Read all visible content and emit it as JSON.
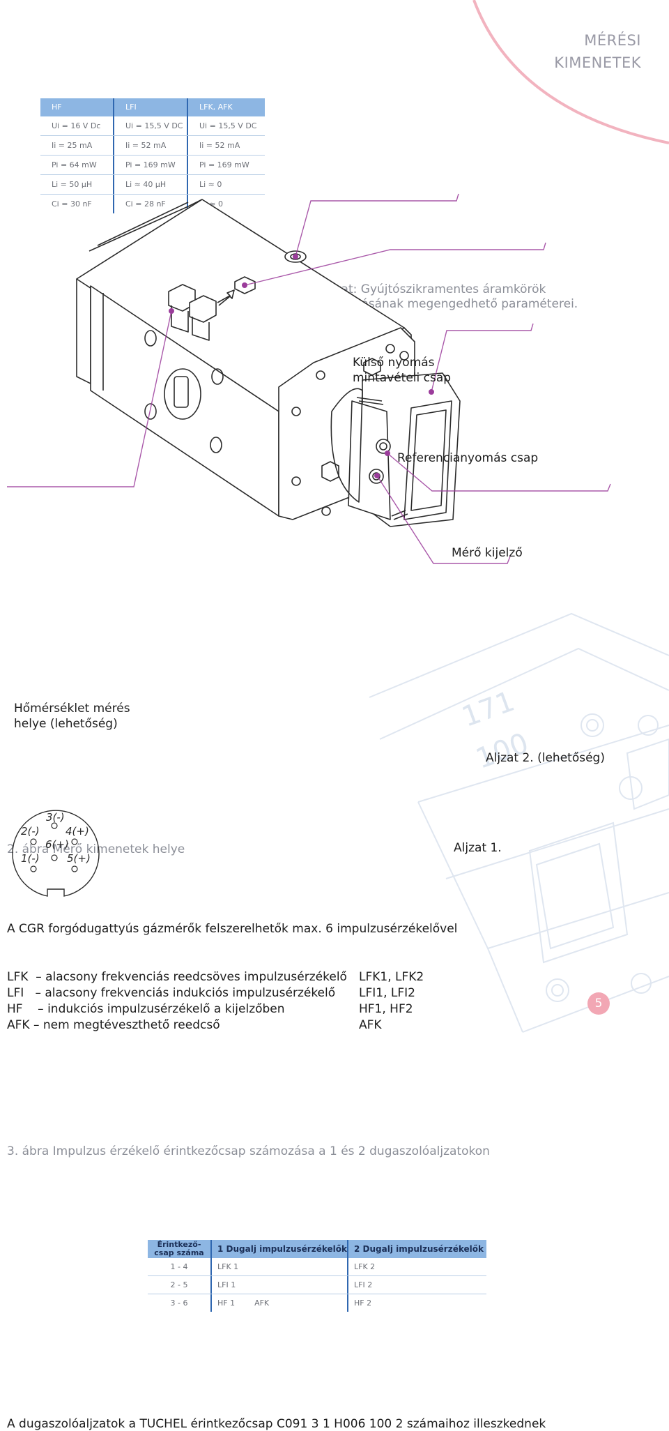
{
  "header": {
    "title_line1": "MÉRÉSI",
    "title_line2": "KIMENETEK"
  },
  "table3": {
    "headers": [
      "HF",
      "LFI",
      "LFK, AFK"
    ],
    "rows": [
      [
        "Ui = 16 V Dc",
        "Ui = 15,5 V DC",
        "Ui = 15,5 V DC"
      ],
      [
        "Ii = 25 mA",
        "Ii = 52 mA",
        "Ii = 52 mA"
      ],
      [
        "Pi = 64 mW",
        "Pi = 169 mW",
        "Pi = 169 mW"
      ],
      [
        "Li = 50 μH",
        "Li ≈ 40 μH",
        "Li ≈ 0"
      ],
      [
        "Ci = 30 nF",
        "Ci = 28 nF",
        "Ci ≈ 0"
      ]
    ],
    "caption": "3. táblázat: Gyújtószikramentes áramkörök tápáramforrásának megengedhető paraméterei."
  },
  "figure2": {
    "callouts": {
      "kulso_line1": "Külső nyomás",
      "kulso_line2": "mintavételi csap",
      "referencia": "Referencianyomás csap",
      "mero": "Mérő kijelző",
      "homerseklet_line1": "Hőmérséklet mérés",
      "homerseklet_line2": "helye (lehetőség)",
      "aljzat2": "Aljzat 2. (lehetőség)",
      "aljzat1": "Aljzat 1."
    },
    "caption": "2. ábra Mérő kimenetek helye"
  },
  "intro_text": "A CGR forgódugattyús gázmérők felszerelhetők max. 6 impulzusérzékelővel",
  "sensor_types": [
    {
      "desc": "LFK  – alacsony frekvenciás reedcsöves impulzusérzékelő",
      "codes": "LFK1, LFK2"
    },
    {
      "desc": "LFI   – alacsony frekvenciás indukciós impulzusérzékelő",
      "codes": "LFI1, LFI2"
    },
    {
      "desc": "HF    – indukciós impulzusérzékelő a kijelzőben",
      "codes": "HF1, HF2"
    },
    {
      "desc": "AFK – nem megtéveszthető reedcső",
      "codes": "AFK"
    }
  ],
  "figure3": {
    "caption": "3. ábra Impulzus érzékelő érintkezőcsap számozása a 1 és 2 dugaszolóaljzatokon",
    "pin_labels": [
      "3(-)",
      "2(-)",
      "4(+)",
      "6(+)",
      "1(-)",
      "5(+)"
    ]
  },
  "pin_table": {
    "headers": [
      "Érintkező-csap száma",
      "1 Dugalj impulzusérzékelők",
      "2 Dugalj impulzusérzékelők"
    ],
    "rows": [
      [
        "1 - 4",
        "LFK 1",
        "LFK 2"
      ],
      [
        "2 - 5",
        "LFI 1",
        "LFI 2"
      ],
      [
        "3 - 6",
        "HF 1        AFK",
        "HF 2"
      ]
    ]
  },
  "footer_note": "A dugaszolóaljzatok a TUCHEL érintkezőcsap C091 3 1 H006 100 2 számaihoz illeszkednek",
  "watermark": {
    "text1": "171",
    "text2": "100"
  },
  "page_number": "5",
  "colors": {
    "accent_pink": "#f2a7b4",
    "callout_purple": "#9b3c9b",
    "table_blue": "#8db6e3",
    "divider_blue": "#2f67b0"
  }
}
